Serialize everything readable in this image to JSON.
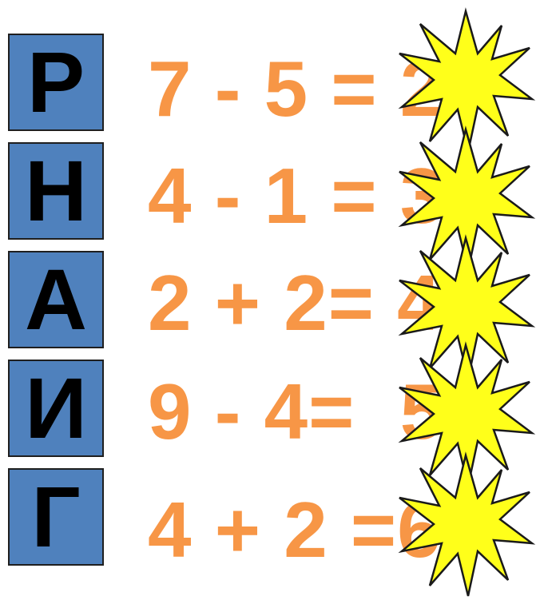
{
  "rows": [
    {
      "letter": "Р",
      "expression": "7 - 5 = ",
      "answer": "2"
    },
    {
      "letter": "Н",
      "expression": "4 - 1 = ",
      "answer": "3"
    },
    {
      "letter": "А",
      "expression": "2 + 2= ",
      "answer": "4"
    },
    {
      "letter": "И",
      "expression": "9 - 4=  ",
      "answer": "5"
    },
    {
      "letter": "Г",
      "expression": "4 + 2 =",
      "answer": "6"
    }
  ],
  "colors": {
    "tile_fill": "#4f81bd",
    "letter_text": "#000000",
    "equation_text": "#f79646",
    "star_fill": "#ffff1a",
    "star_outline": "#1a1a1a"
  },
  "icons": {
    "cover": "yellow-burst-icon"
  }
}
